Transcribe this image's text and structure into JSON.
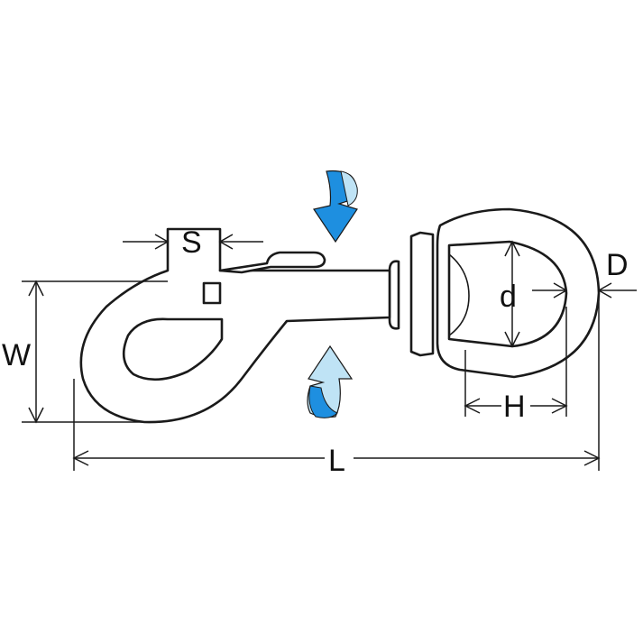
{
  "diagram": {
    "labels": {
      "s": "S",
      "w": "W",
      "l": "L",
      "d_upper": "D",
      "d_lower": "d",
      "h": "H"
    },
    "colors": {
      "outline": "#1a1a1a",
      "arrow_dark": "#1e8fe0",
      "arrow_light": "#bfe3f5",
      "background": "#ffffff"
    },
    "icons": [
      "rotate-down-arrow-icon",
      "rotate-up-arrow-icon"
    ]
  }
}
